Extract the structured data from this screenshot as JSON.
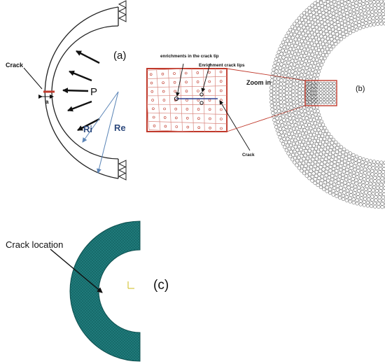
{
  "panel_a": {
    "tag": "(a)",
    "crack_label": "Crack",
    "crack_length": "a",
    "pressure": "P",
    "inner_radius": "Ri",
    "outer_radius": "Re"
  },
  "zoom": {
    "tip_enrichment": "enrichments in the crack tip",
    "lip_enrichment": "Enrichment crack lips",
    "zoom_label": "Zoom in",
    "crack_label": "Crack"
  },
  "panel_b": {
    "tag": "(b)"
  },
  "panel_c": {
    "crack_location": "Crack location",
    "tag": "(c)"
  },
  "colors": {
    "crack": "#c0392b",
    "zoom_box": "#c0392b",
    "mesh_grid": "#d98880",
    "radius_line": "#5d86b8",
    "radius_label": "#2e4a7d",
    "mesh_fill": "#1f7a7a",
    "mesh_stroke": "#0d4f4f"
  }
}
